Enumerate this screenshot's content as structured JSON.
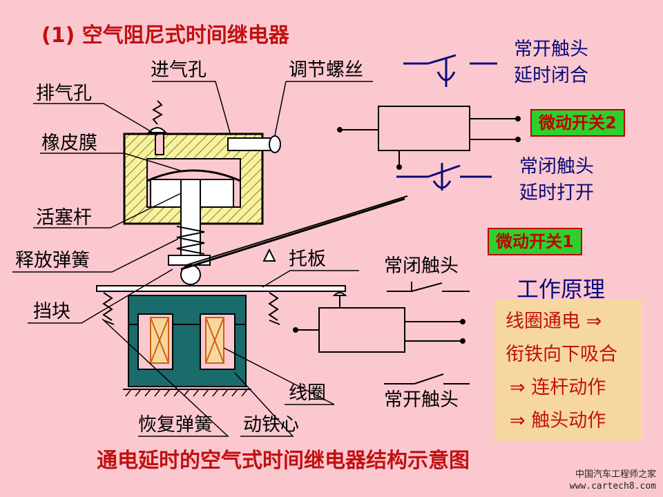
{
  "title": "(1) 空气阻尼式时间继电器",
  "caption": "通电延时的空气式时间继电器结构示意图",
  "labels": {
    "exhaust_hole": "排气孔",
    "intake_hole": "进气孔",
    "adjust_screw": "调节螺丝",
    "rubber_membrane": "橡皮膜",
    "piston_rod": "活塞杆",
    "release_spring": "释放弹簧",
    "stopper": "挡块",
    "tray": "托板",
    "reset_spring": "恢复弹簧",
    "moving_core": "动铁心",
    "coil": "线圈",
    "nc_contact": "常闭触头",
    "no_contact": "常开触头"
  },
  "delay_contacts": {
    "no_line1": "常开触头",
    "no_line2": "延时闭合",
    "nc_line1": "常闭触头",
    "nc_line2": "延时打开"
  },
  "switches": {
    "micro_switch_2": "微动开关2",
    "micro_switch_1": "微动开关1"
  },
  "principle": {
    "title": "工作原理",
    "steps": [
      "线圈通电 ⇒",
      "衔铁向下吸合",
      "⇒ 连杆动作",
      "⇒ 触头动作"
    ]
  },
  "watermark": {
    "line1": "中国汽车工程师之家",
    "line2": "www.cartech8.com"
  },
  "colors": {
    "background": "#fcc8d0",
    "accent_red": "#c01010",
    "badge_green": "#2fcf2f",
    "core_teal": "#1a6b6b",
    "principle_box": "#f7d7a0",
    "contact_blue": "#0a0a78"
  }
}
